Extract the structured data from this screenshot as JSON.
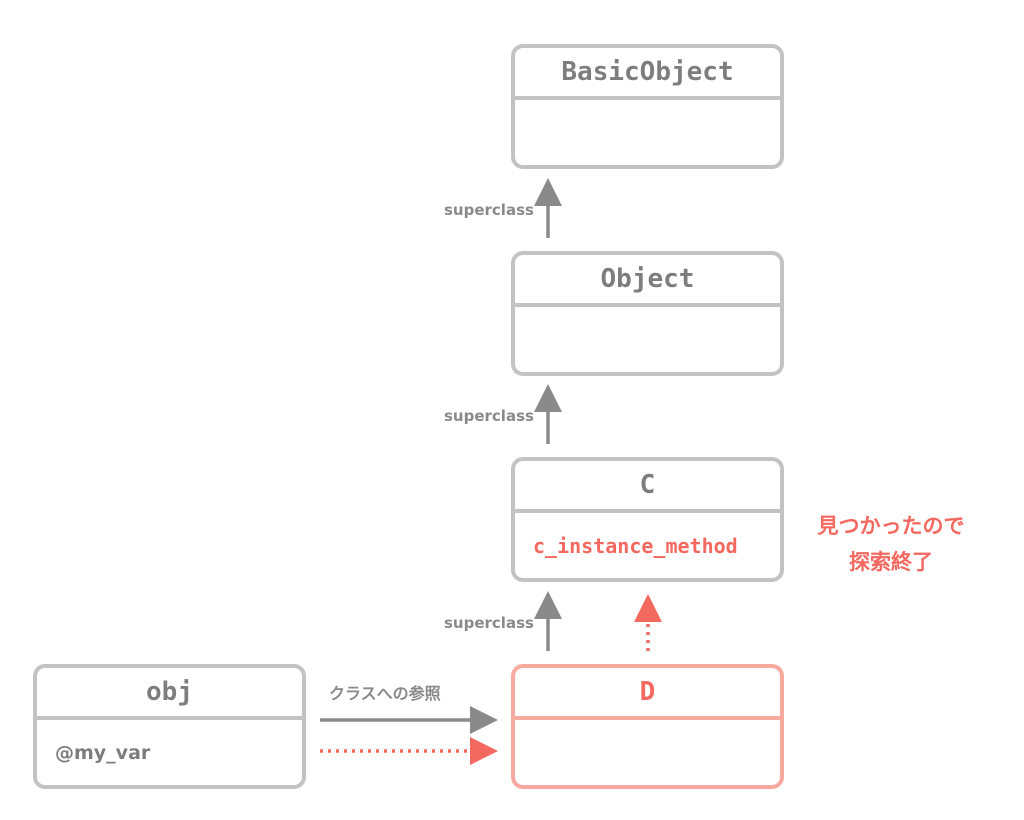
{
  "classes": {
    "basic_object": {
      "name": "BasicObject"
    },
    "object": {
      "name": "Object"
    },
    "c": {
      "name": "C",
      "method": "c_instance_method"
    },
    "d": {
      "name": "D"
    }
  },
  "instance": {
    "name": "obj",
    "ivar": "@my_var"
  },
  "edges": {
    "superclass_label": "superclass",
    "class_ref_label": "クラスへの参照"
  },
  "note": {
    "line1": "見つかったので",
    "line2": "探索終了"
  },
  "colors": {
    "gray": "#c3c3c3",
    "gray_text": "#7d7d7d",
    "arrow_gray": "#8a8a8a",
    "highlight": "#f3685f",
    "highlight_border": "#f8a99f"
  }
}
